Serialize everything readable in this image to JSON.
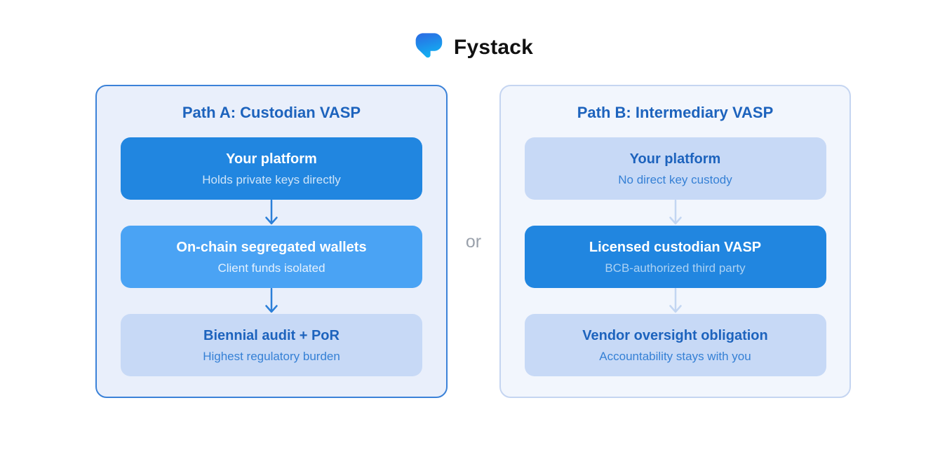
{
  "brand": {
    "name": "Fystack"
  },
  "separator": {
    "label": "or"
  },
  "colors": {
    "step_dark": "#2186e0",
    "step_medium": "#4aa3f4",
    "step_light": "#c7d9f6",
    "panel_a_border": "#3b82d8",
    "panel_a_bg": "#e9effb",
    "panel_b_border": "#c5d5f1",
    "panel_b_bg": "#f2f6fd",
    "heading_blue": "#1d63bd",
    "arrow_strong": "#2b7fd8",
    "arrow_faint": "#c3d6f2",
    "or_gray": "#9aa1ab",
    "logo_gradient_top": "#2b6ae3",
    "logo_gradient_bottom": "#12b0f2"
  },
  "paths": [
    {
      "title": "Path A: Custodian VASP",
      "steps": [
        {
          "title": "Your platform",
          "subtitle": "Holds private keys directly"
        },
        {
          "title": "On-chain segregated wallets",
          "subtitle": "Client funds isolated"
        },
        {
          "title": "Biennial audit + PoR",
          "subtitle": "Highest regulatory burden"
        }
      ]
    },
    {
      "title": "Path B: Intermediary VASP",
      "steps": [
        {
          "title": "Your platform",
          "subtitle": "No direct key custody"
        },
        {
          "title": "Licensed custodian VASP",
          "subtitle": "BCB-authorized third party"
        },
        {
          "title": "Vendor oversight obligation",
          "subtitle": "Accountability stays with you"
        }
      ]
    }
  ]
}
